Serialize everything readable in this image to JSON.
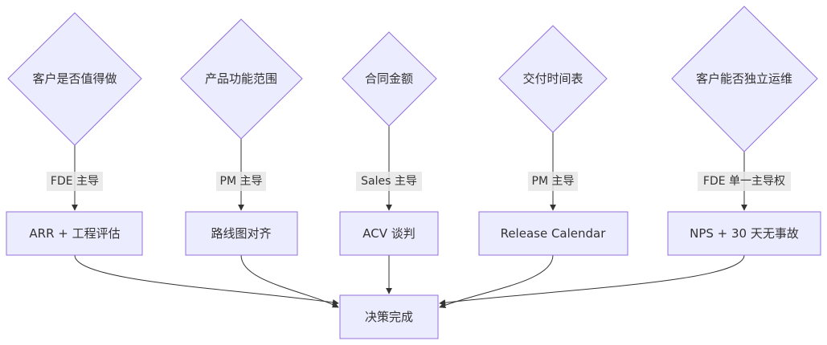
{
  "decisions": [
    {
      "label": "客户是否值得做"
    },
    {
      "label": "产品功能范围"
    },
    {
      "label": "合同金额"
    },
    {
      "label": "交付时间表"
    },
    {
      "label": "客户能否独立运维"
    }
  ],
  "owners": [
    {
      "label": "FDE 主导"
    },
    {
      "label": "PM 主导"
    },
    {
      "label": "Sales 主导"
    },
    {
      "label": "PM 主导"
    },
    {
      "label": "FDE 单一主导权"
    }
  ],
  "criteria": [
    {
      "label": "ARR + 工程评估"
    },
    {
      "label": "路线图对齐"
    },
    {
      "label": "ACV 谈判"
    },
    {
      "label": "Release Calendar"
    },
    {
      "label": "NPS + 30 天无事故"
    }
  ],
  "result": {
    "label": "决策完成"
  },
  "colors": {
    "node_fill": "#ECECFF",
    "node_stroke": "#9370DB",
    "edge": "#333333",
    "edge_label_bg": "#E8E8E8",
    "text": "#333333"
  }
}
